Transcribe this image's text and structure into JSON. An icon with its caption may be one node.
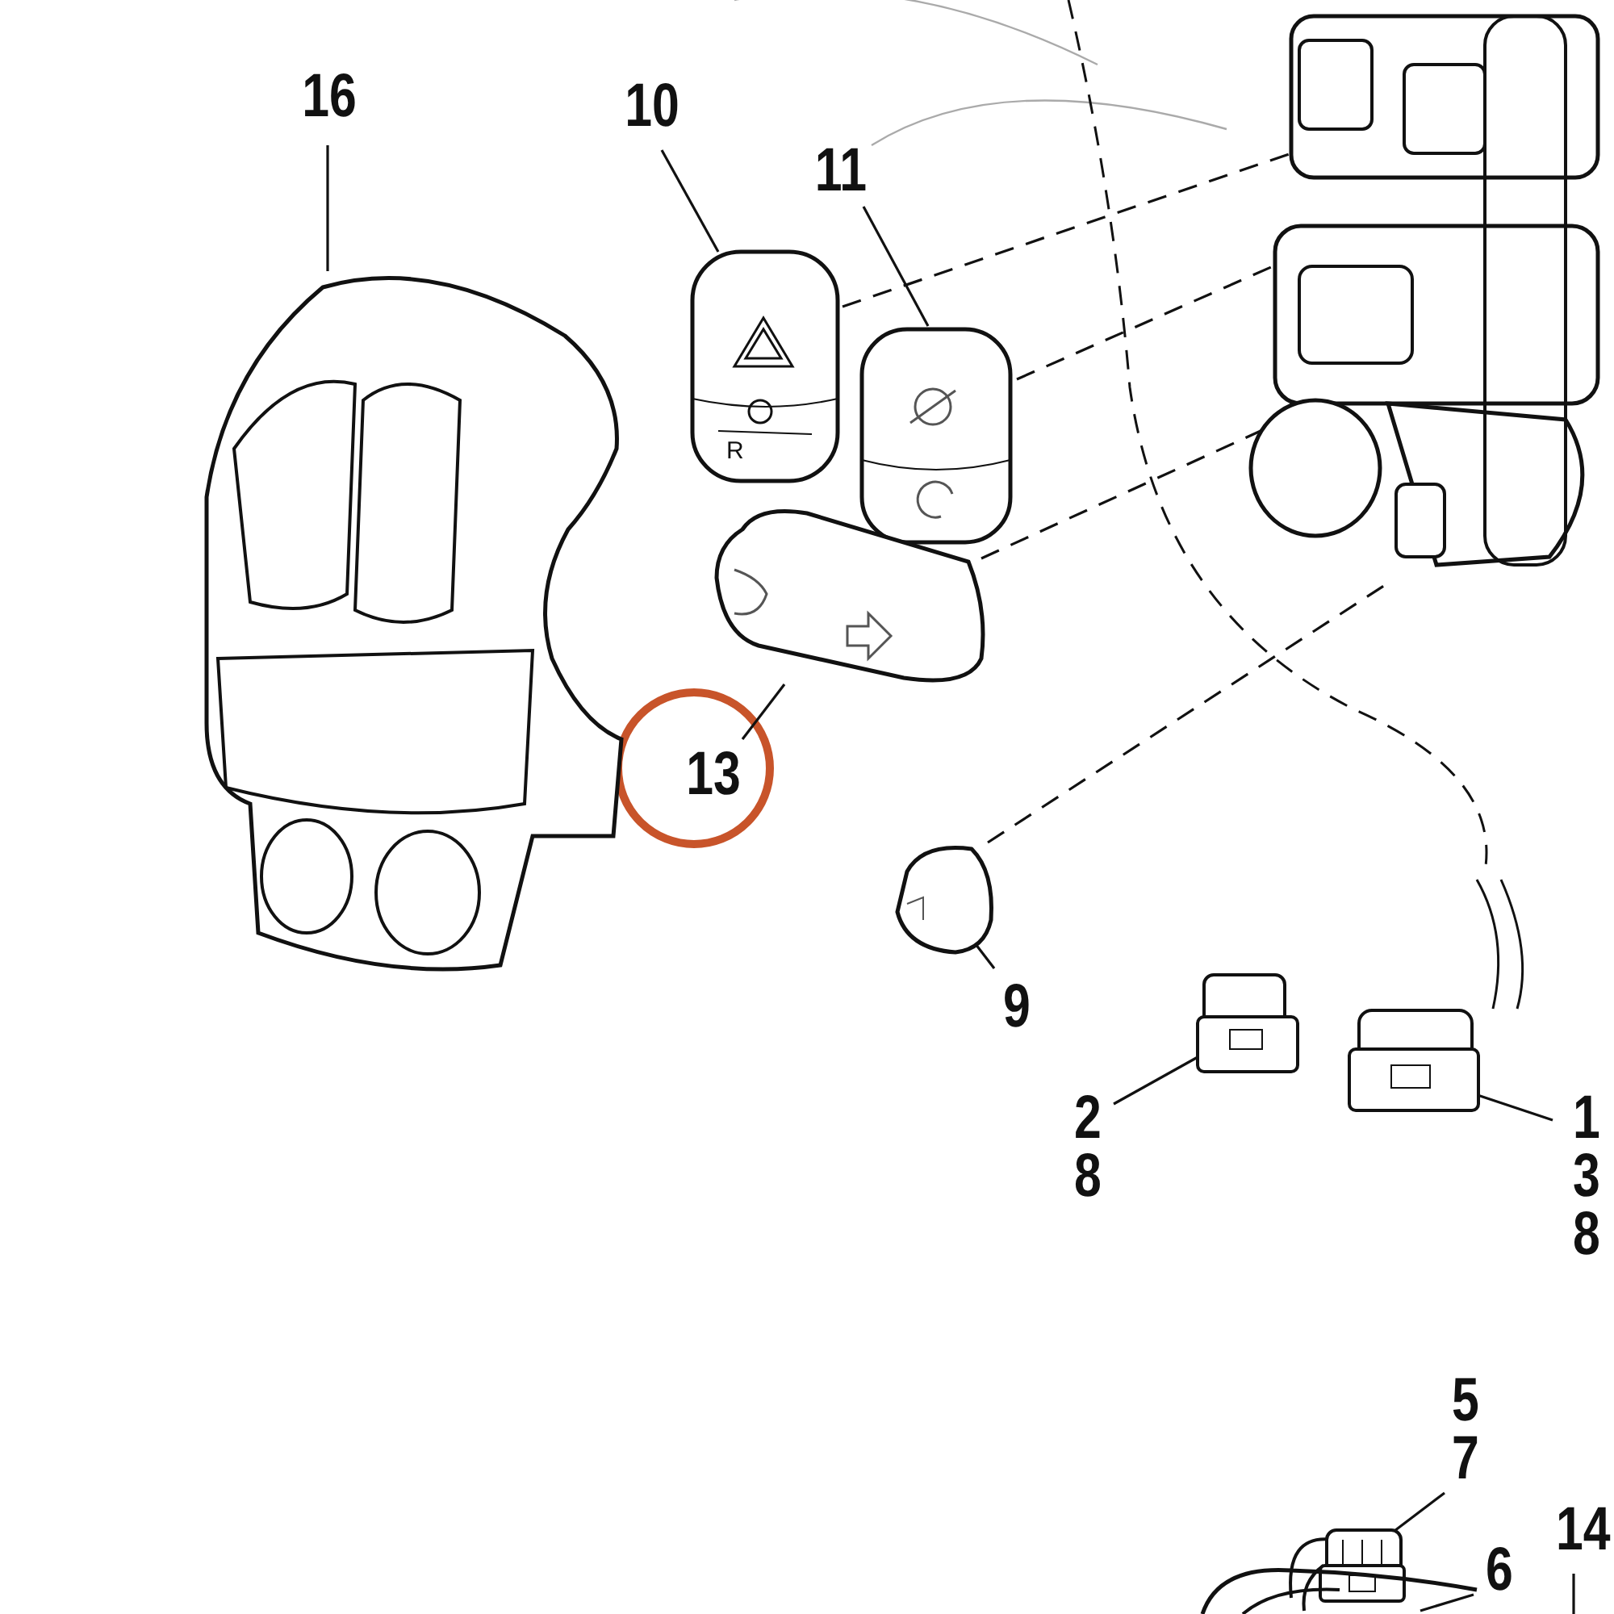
{
  "diagram": {
    "nodes": [
      {
        "text": [
          "16"
        ]
      },
      {
        "text": [],
        "shape": "picture"
      },
      {
        "text": [
          "10"
        ]
      },
      {
        "text": [],
        "shape": "picture"
      },
      {
        "text": [
          "11"
        ]
      },
      {
        "text": [],
        "shape": "picture"
      },
      {
        "text": [
          "13"
        ]
      },
      {
        "text": [],
        "shape": "picture"
      },
      {
        "text": [
          "9"
        ]
      },
      {
        "text": [],
        "shape": "picture"
      },
      {
        "text": [
          "2 8"
        ]
      },
      {
        "text": [],
        "shape": "picture"
      },
      {
        "text": [
          "1 3 8"
        ]
      },
      {
        "text": [],
        "shape": "picture"
      },
      {
        "text": [
          "5 7"
        ]
      },
      {
        "text": [],
        "shape": "picture"
      },
      {
        "text": [
          "6"
        ]
      },
      {
        "text": [
          "14"
        ]
      },
      {
        "text": [],
        "shape": "picture"
      },
      {
        "text": [],
        "shape": "picture"
      }
    ],
    "edges": [
      {
        "from": 0,
        "to": 1,
        "arrow": "none"
      },
      {
        "from": 2,
        "to": 3,
        "arrow": "none"
      },
      {
        "from": 4,
        "to": 5,
        "arrow": "none"
      },
      {
        "from": 6,
        "to": 7,
        "arrow": "none"
      },
      {
        "from": 8,
        "to": 9,
        "arrow": "none"
      },
      {
        "from": 10,
        "to": 11,
        "arrow": "none"
      },
      {
        "from": 12,
        "to": 13,
        "arrow": "none"
      },
      {
        "from": 14,
        "to": 15,
        "arrow": "none"
      },
      {
        "from": 16,
        "to": 18,
        "arrow": "none"
      },
      {
        "from": 17,
        "to": null,
        "arrow": "none"
      },
      {
        "from": 3,
        "to": 19,
        "arrow": "none",
        "style": "dashed"
      },
      {
        "from": 5,
        "to": 19,
        "arrow": "none",
        "style": "dashed"
      },
      {
        "from": 7,
        "to": 19,
        "arrow": "none",
        "style": "dashed"
      },
      {
        "from": 9,
        "to": 19,
        "arrow": "none",
        "style": "dashed"
      }
    ],
    "labels": [
      "R"
    ]
  }
}
